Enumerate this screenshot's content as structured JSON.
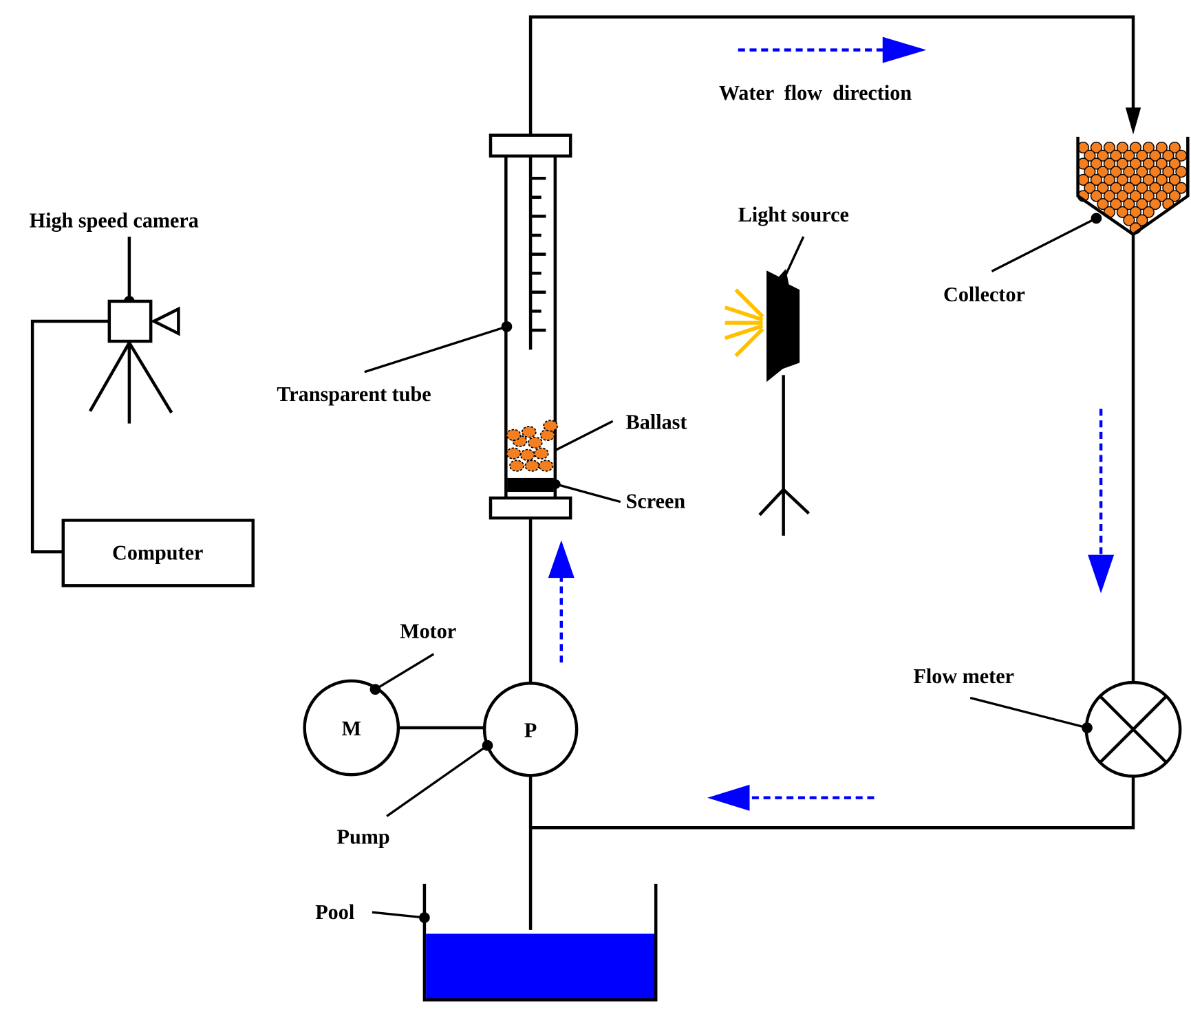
{
  "diagram": {
    "type": "experimental-setup-schematic",
    "labels": {
      "water_flow_direction": "Water  flow  direction",
      "high_speed_camera": "High speed camera",
      "computer": "Computer",
      "transparent_tube": "Transparent tube",
      "ballast": "Ballast",
      "screen": "Screen",
      "light_source": "Light source",
      "collector": "Collector",
      "motor": "Motor",
      "motor_symbol": "M",
      "pump": "Pump",
      "pump_symbol": "P",
      "flow_meter": "Flow meter",
      "pool": "Pool"
    },
    "scale_tick_count": 9,
    "colors": {
      "line": "#000000",
      "flow_arrow": "#0000ff",
      "water": "#0000ff",
      "ballast": "#f47f20",
      "light_rays": "#ffc000"
    },
    "flow_arrows": [
      "right",
      "down",
      "left",
      "up"
    ]
  }
}
